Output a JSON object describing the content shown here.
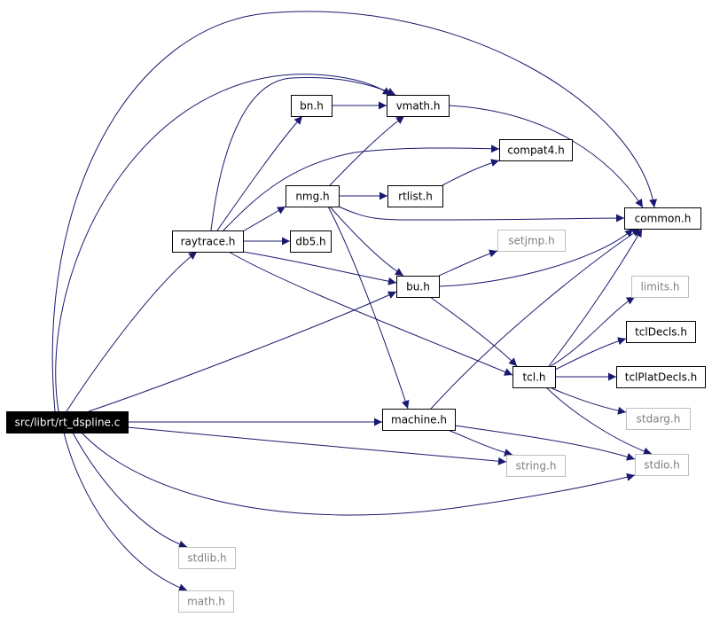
{
  "nodes": [
    {
      "id": "root",
      "label": "src/librt/rt_dspline.c",
      "style": "root"
    },
    {
      "id": "raytrace",
      "label": "raytrace.h",
      "style": "solid"
    },
    {
      "id": "bn",
      "label": "bn.h",
      "style": "solid"
    },
    {
      "id": "vmath",
      "label": "vmath.h",
      "style": "solid"
    },
    {
      "id": "compat4",
      "label": "compat4.h",
      "style": "solid"
    },
    {
      "id": "nmg",
      "label": "nmg.h",
      "style": "solid"
    },
    {
      "id": "rtlist",
      "label": "rtlist.h",
      "style": "solid"
    },
    {
      "id": "common",
      "label": "common.h",
      "style": "solid"
    },
    {
      "id": "db5",
      "label": "db5.h",
      "style": "solid"
    },
    {
      "id": "setjmp",
      "label": "setjmp.h",
      "style": "faded"
    },
    {
      "id": "bu",
      "label": "bu.h",
      "style": "solid"
    },
    {
      "id": "limits",
      "label": "limits.h",
      "style": "faded"
    },
    {
      "id": "tcldecls",
      "label": "tclDecls.h",
      "style": "solid"
    },
    {
      "id": "tcl",
      "label": "tcl.h",
      "style": "solid"
    },
    {
      "id": "tclplat",
      "label": "tclPlatDecls.h",
      "style": "solid"
    },
    {
      "id": "stdarg",
      "label": "stdarg.h",
      "style": "faded"
    },
    {
      "id": "machine",
      "label": "machine.h",
      "style": "solid"
    },
    {
      "id": "stdio",
      "label": "stdio.h",
      "style": "faded"
    },
    {
      "id": "string",
      "label": "string.h",
      "style": "faded"
    },
    {
      "id": "stdlib",
      "label": "stdlib.h",
      "style": "faded"
    },
    {
      "id": "math",
      "label": "math.h",
      "style": "faded"
    }
  ],
  "edges": [
    {
      "from": "root",
      "to": "raytrace"
    },
    {
      "from": "root",
      "to": "bu"
    },
    {
      "from": "root",
      "to": "machine"
    },
    {
      "from": "root",
      "to": "string"
    },
    {
      "from": "root",
      "to": "stdio"
    },
    {
      "from": "root",
      "to": "stdlib"
    },
    {
      "from": "root",
      "to": "math"
    },
    {
      "from": "root",
      "to": "vmath"
    },
    {
      "from": "root",
      "to": "common"
    },
    {
      "from": "raytrace",
      "to": "bn"
    },
    {
      "from": "raytrace",
      "to": "vmath"
    },
    {
      "from": "raytrace",
      "to": "compat4"
    },
    {
      "from": "raytrace",
      "to": "nmg"
    },
    {
      "from": "raytrace",
      "to": "db5"
    },
    {
      "from": "raytrace",
      "to": "bu"
    },
    {
      "from": "raytrace",
      "to": "tcl"
    },
    {
      "from": "bn",
      "to": "vmath"
    },
    {
      "from": "vmath",
      "to": "common"
    },
    {
      "from": "nmg",
      "to": "vmath"
    },
    {
      "from": "nmg",
      "to": "rtlist"
    },
    {
      "from": "nmg",
      "to": "common"
    },
    {
      "from": "nmg",
      "to": "bu"
    },
    {
      "from": "nmg",
      "to": "machine"
    },
    {
      "from": "rtlist",
      "to": "compat4"
    },
    {
      "from": "bu",
      "to": "setjmp"
    },
    {
      "from": "bu",
      "to": "common"
    },
    {
      "from": "bu",
      "to": "tcl"
    },
    {
      "from": "tcl",
      "to": "common"
    },
    {
      "from": "tcl",
      "to": "limits"
    },
    {
      "from": "tcl",
      "to": "tcldecls"
    },
    {
      "from": "tcl",
      "to": "tclplat"
    },
    {
      "from": "tcl",
      "to": "stdarg"
    },
    {
      "from": "tcl",
      "to": "stdio"
    },
    {
      "from": "machine",
      "to": "common"
    },
    {
      "from": "machine",
      "to": "string"
    },
    {
      "from": "machine",
      "to": "stdio"
    }
  ],
  "colors": {
    "edge": "#191970",
    "solid_border": "#000000",
    "faded_border": "#bfbfbf",
    "faded_text": "#808080",
    "root_fill": "#000000",
    "root_text": "#ffffff",
    "node_fill": "#ffffff",
    "background": "#ffffff"
  }
}
